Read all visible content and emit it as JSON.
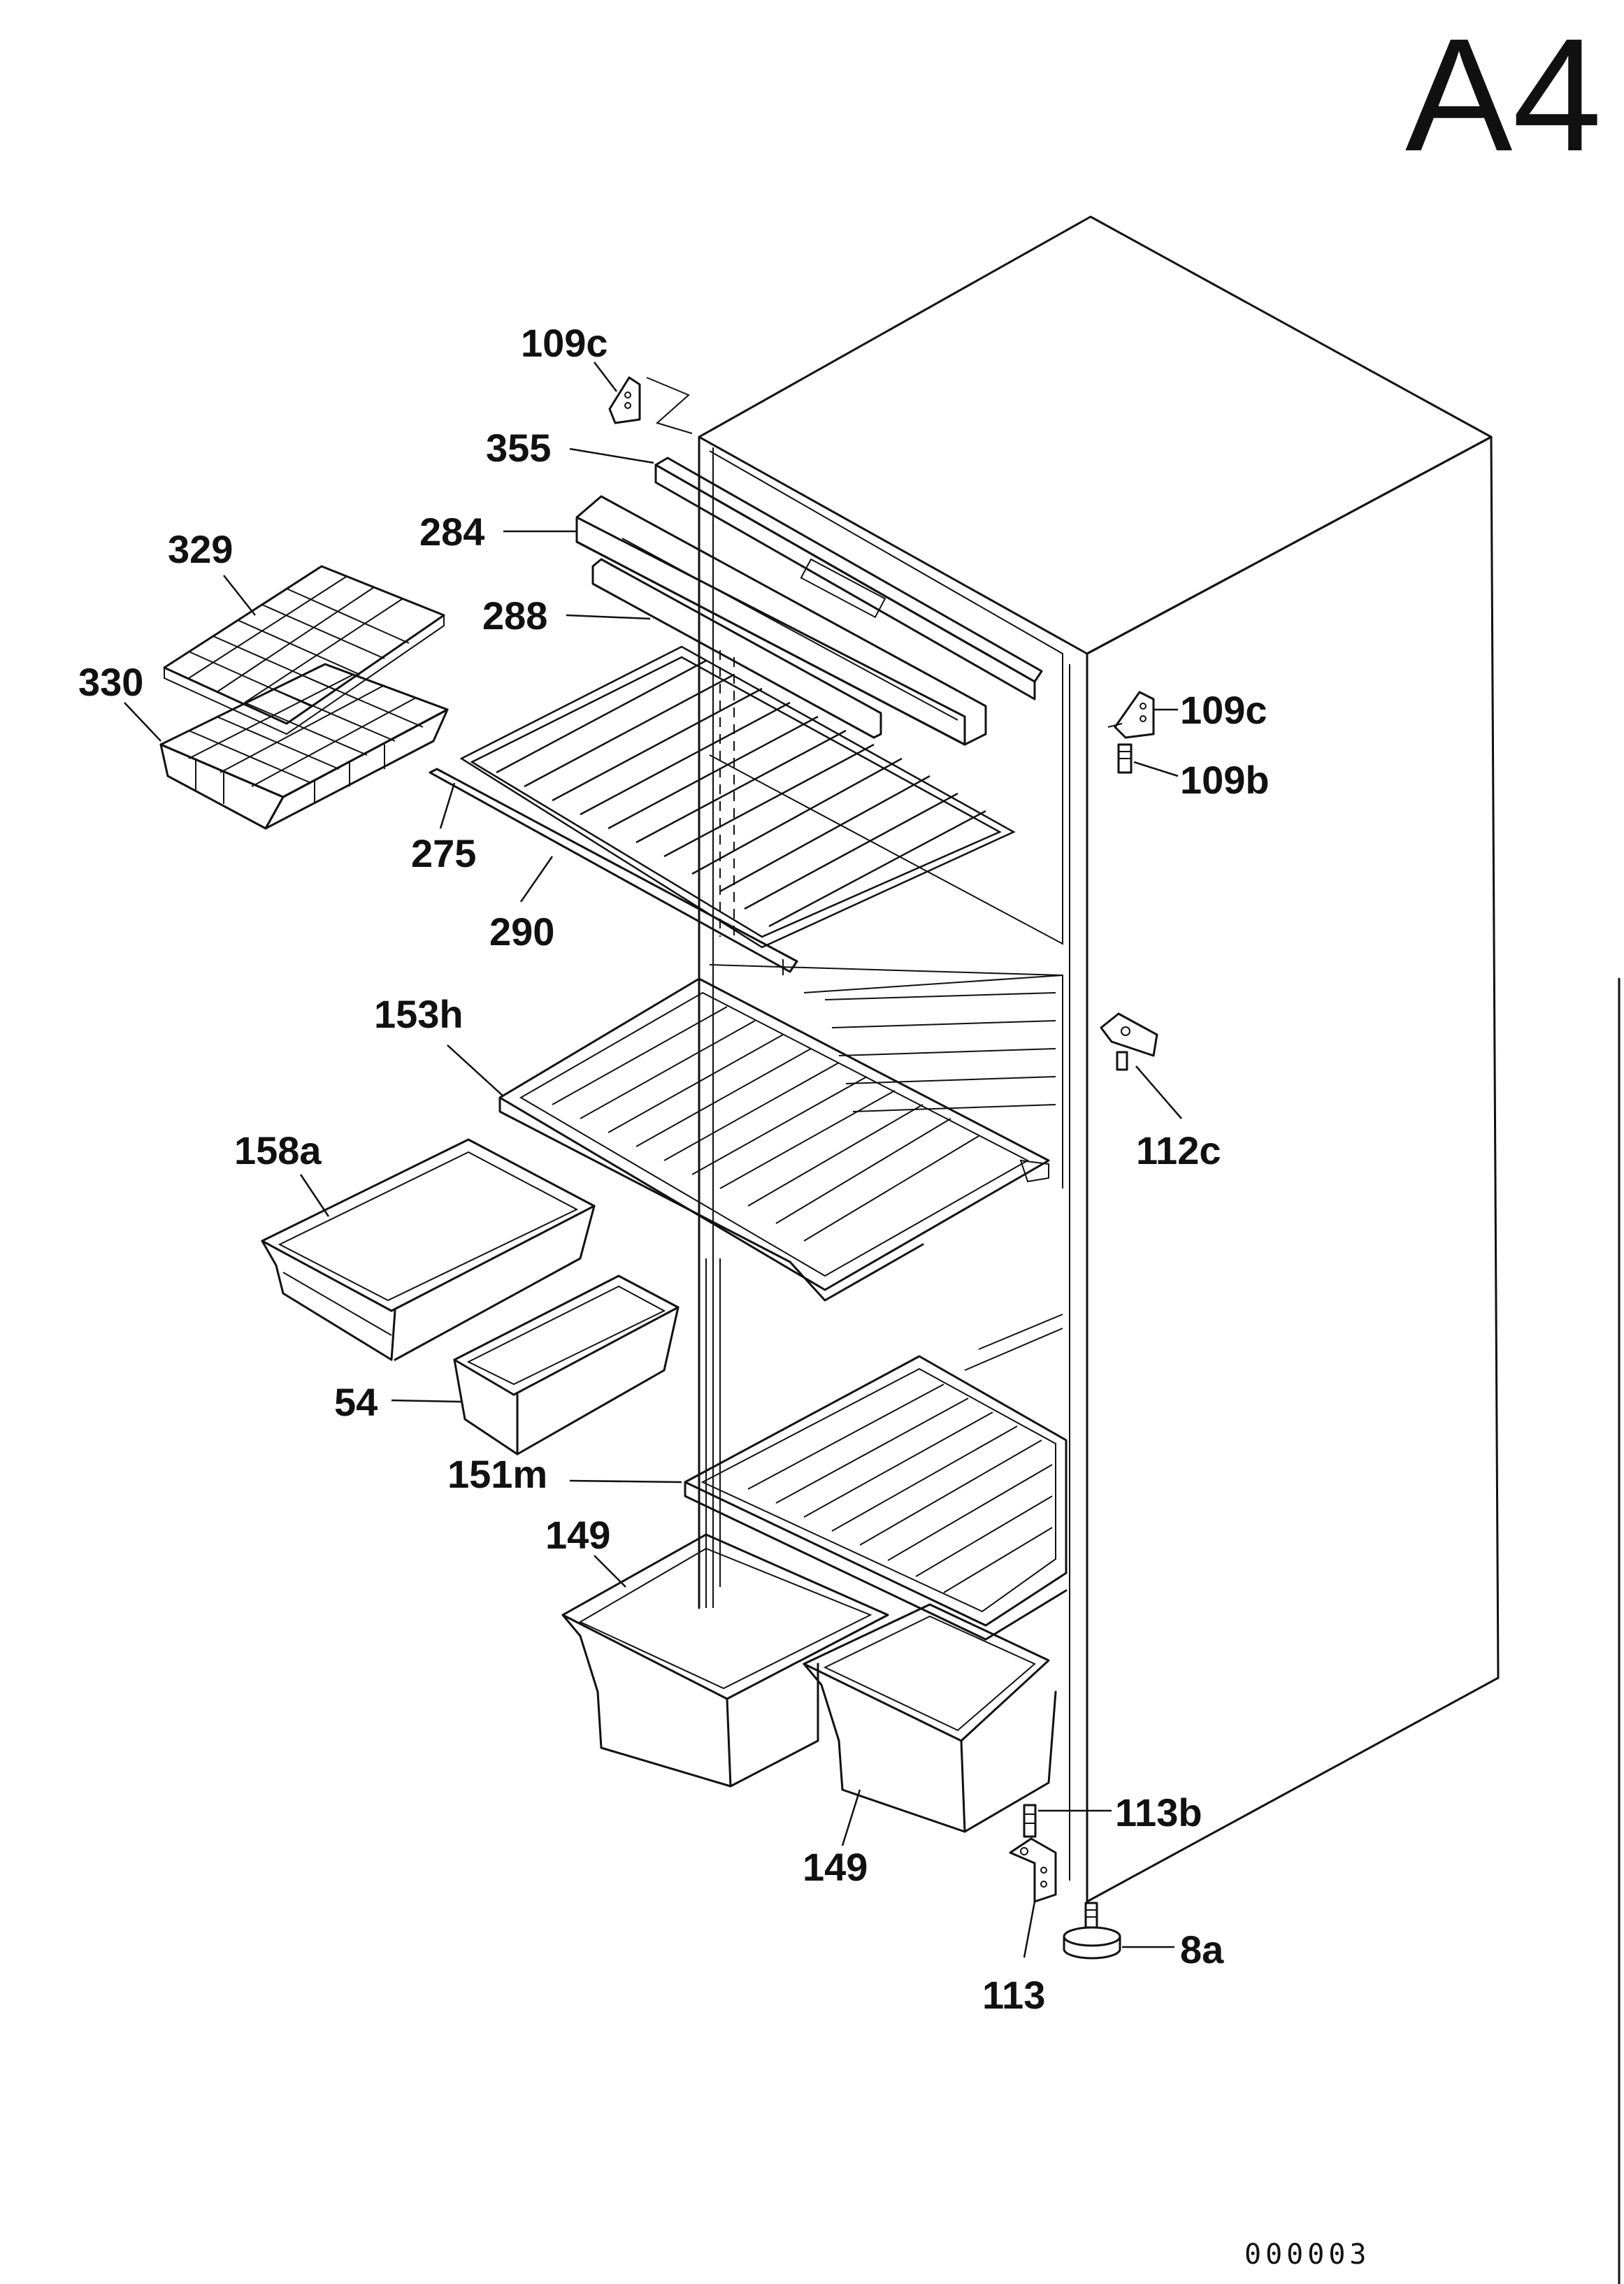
{
  "sheet_id": "A4",
  "drawing_number": "000003",
  "labels": {
    "p109c_top": "109c",
    "p355": "355",
    "p284": "284",
    "p288": "288",
    "p329": "329",
    "p330": "330",
    "p275": "275",
    "p290": "290",
    "p109c_right": "109c",
    "p109b": "109b",
    "p153h": "153h",
    "p112c": "112c",
    "p158a": "158a",
    "p54": "54",
    "p151m": "151m",
    "p149_top": "149",
    "p149_bottom": "149",
    "p113b": "113b",
    "p113": "113",
    "p8a": "8a"
  }
}
